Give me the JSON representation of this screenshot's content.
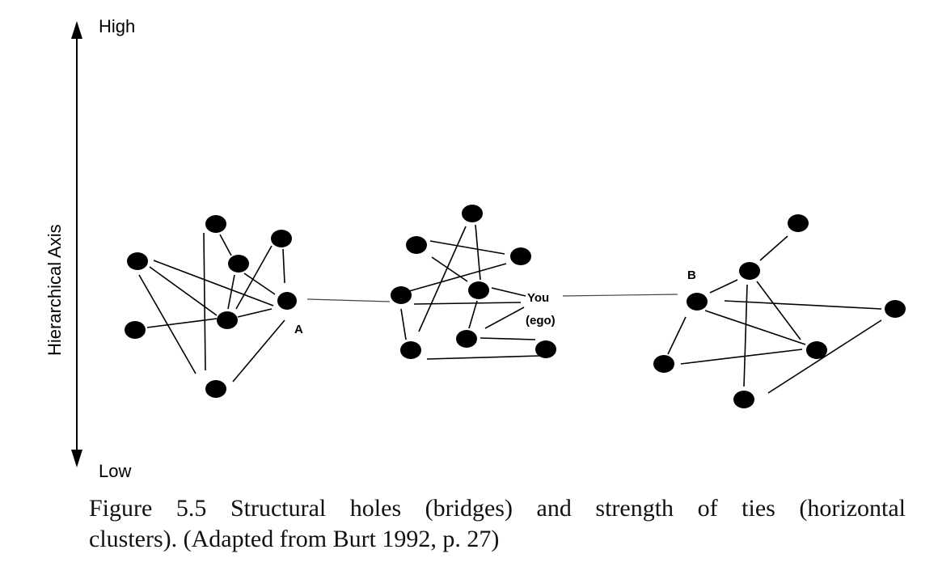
{
  "axis": {
    "top_label": "High",
    "bottom_label": "Low",
    "side_label": "Hierarchical Axis"
  },
  "labels": {
    "a": "A",
    "you": "You",
    "ego": "(ego)",
    "b": "B"
  },
  "caption": {
    "line1": "Figure 5.5 Structural holes (bridges) and strength of ties (horizontal",
    "line2": "clusters). (Adapted from Burt 1992, p. 27)"
  },
  "colors": {
    "ink": "#000000",
    "bridge": "#444444"
  }
}
